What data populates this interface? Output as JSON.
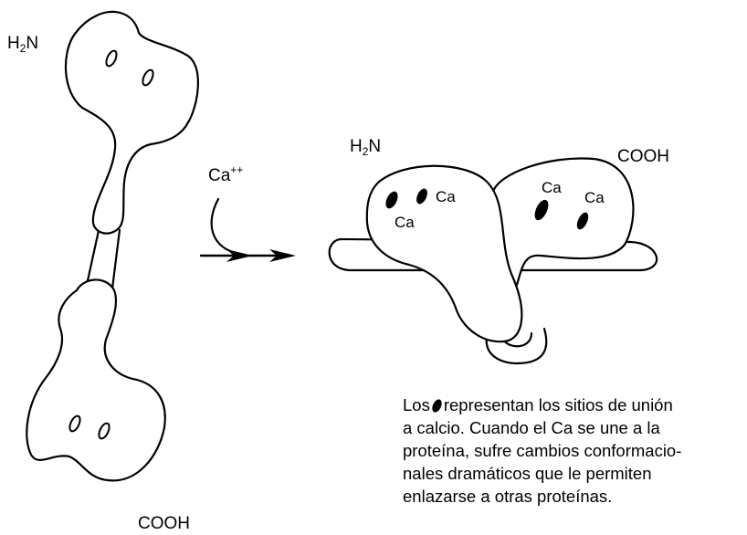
{
  "left_protein": {
    "n_terminus": {
      "base": "H",
      "sub": "2",
      "tail": "N"
    },
    "c_terminus": "COOH"
  },
  "ion": {
    "base": "Ca",
    "sup": "++"
  },
  "right_protein": {
    "n_terminus": {
      "base": "H",
      "sub": "2",
      "tail": "N"
    },
    "c_terminus": "COOH",
    "site_labels": [
      "Ca",
      "Ca",
      "Ca",
      "Ca"
    ]
  },
  "caption": {
    "prefix": "Los",
    "line1_rest": "representan los sitios de unión",
    "line2": "a calcio. Cuando el Ca se une a la",
    "line3": "proteína, sufre cambios conformacio-",
    "line4": "nales dramáticos que le permiten",
    "line5": "enlazarse a otras proteínas."
  },
  "colors": {
    "stroke": "#000000",
    "fill": "#ffffff",
    "site": "#000000"
  },
  "icons": {
    "binding_site": "filled-ellipse",
    "arrow": "right-arrow"
  }
}
